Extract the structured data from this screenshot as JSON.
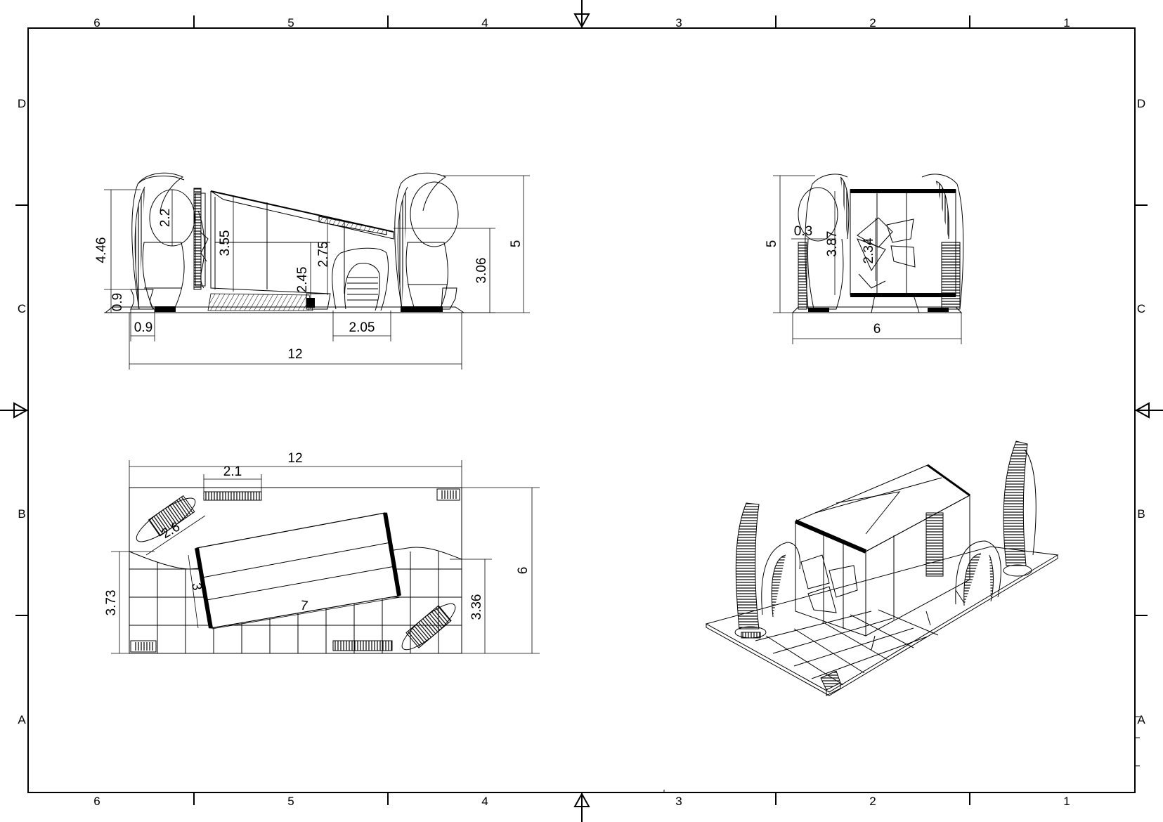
{
  "frame": {
    "columns_top": [
      "6",
      "5",
      "4",
      "3",
      "2",
      "1"
    ],
    "columns_bottom": [
      "6",
      "5",
      "4",
      "3",
      "2",
      "1"
    ],
    "rows_left": [
      "D",
      "C",
      "B",
      "A"
    ],
    "rows_right": [
      "D",
      "C",
      "B",
      "A"
    ]
  },
  "front_view": {
    "dims": {
      "d_4_46": "4.46",
      "d_2_2": "2.2",
      "d_3_55": "3.55",
      "d_2_75": "2.75",
      "d_2_45": "2.45",
      "d_3_06": "3.06",
      "d_5": "5",
      "d_0_9_v": "0.9",
      "d_0_9_h": "0.9",
      "d_2_05": "2.05",
      "d_12": "12"
    }
  },
  "side_view": {
    "dims": {
      "d_5": "5",
      "d_0_3": "0.3",
      "d_3_87": "3.87",
      "d_2_34": "2.34",
      "d_6": "6"
    }
  },
  "top_view": {
    "dims": {
      "d_12": "12",
      "d_2_1": "2.1",
      "d_2_6": "2.6",
      "d_3": "3",
      "d_7": "7",
      "d_3_73": "3.73",
      "d_3_36": "3.36",
      "d_6": "6"
    }
  }
}
